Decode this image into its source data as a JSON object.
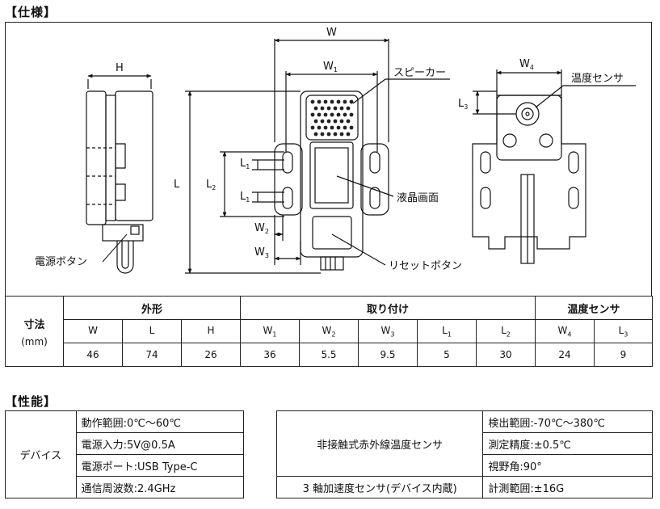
{
  "spec_heading": "【仕様】",
  "perf_heading": "【性能】",
  "drawing": {
    "dim_w": "W",
    "dim_w1": "W",
    "dim_w1_sub": "1",
    "dim_h": "H",
    "dim_l": "L",
    "dim_l1a": "L",
    "dim_l1b": "L",
    "dim_l1_sub": "1",
    "dim_l2": "L",
    "dim_l2_sub": "2",
    "dim_w2": "W",
    "dim_w2_sub": "2",
    "dim_w3": "W",
    "dim_w3_sub": "3",
    "dim_w4": "W",
    "dim_w4_sub": "4",
    "dim_l3": "L",
    "dim_l3_sub": "3",
    "callout_speaker": "スピーカー",
    "callout_lcd": "液晶画面",
    "callout_reset": "リセットボタン",
    "callout_power": "電源ボタン",
    "callout_temp": "温度センサ"
  },
  "dims": {
    "row_label": "寸法",
    "row_unit": "(mm)",
    "groups": [
      {
        "label": "外形"
      },
      {
        "label": "取り付け"
      },
      {
        "label": "温度センサ"
      }
    ],
    "columns": [
      {
        "head": "W",
        "sub": "",
        "value": "46"
      },
      {
        "head": "L",
        "sub": "",
        "value": "74"
      },
      {
        "head": "H",
        "sub": "",
        "value": "26"
      },
      {
        "head": "W",
        "sub": "1",
        "value": "36"
      },
      {
        "head": "W",
        "sub": "2",
        "value": "5.5"
      },
      {
        "head": "W",
        "sub": "3",
        "value": "9.5"
      },
      {
        "head": "L",
        "sub": "1",
        "value": "5"
      },
      {
        "head": "L",
        "sub": "2",
        "value": "30"
      },
      {
        "head": "W",
        "sub": "4",
        "value": "24"
      },
      {
        "head": "L",
        "sub": "3",
        "value": "9"
      }
    ]
  },
  "perf_left": {
    "category": "デバイス",
    "rows": [
      "動作範囲:0℃〜60℃",
      "電源入力:5V@0.5A",
      "電源ポート:USB Type-C",
      "通信周波数:2.4GHz"
    ]
  },
  "perf_right": {
    "ir_sensor": "非接触式赤外線温度センサ",
    "accel_sensor": "3 軸加速度センサ(デバイス内蔵)",
    "rows": [
      "検出範囲:-70℃〜380℃",
      "測定精度:±0.5℃",
      "視野角:90°",
      "計測範囲:±16G"
    ]
  }
}
